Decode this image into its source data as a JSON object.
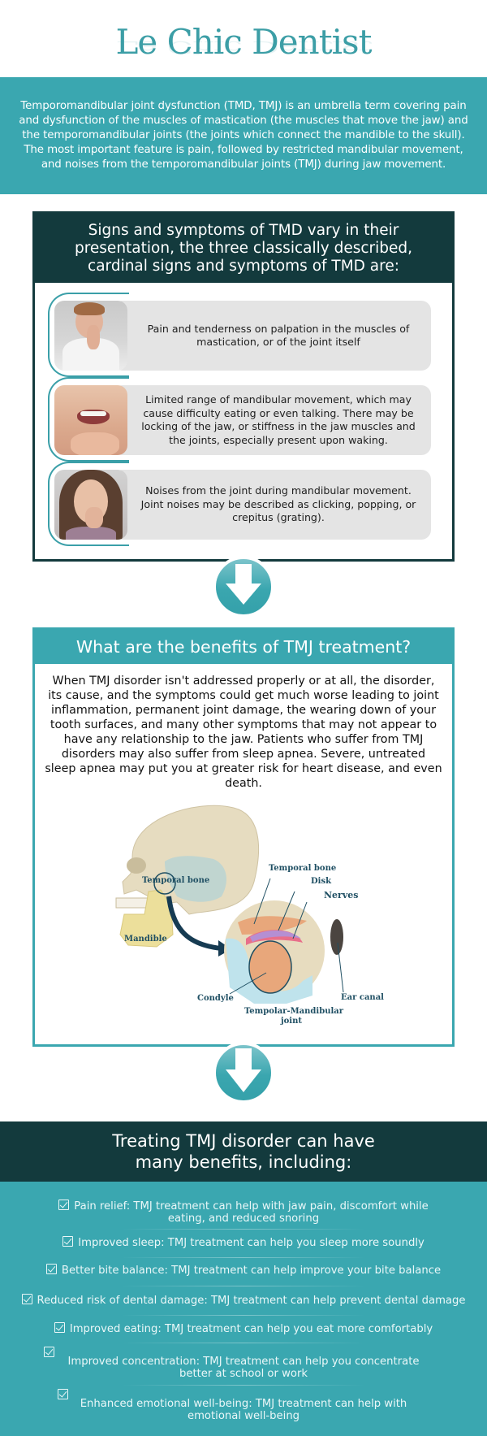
{
  "header": {
    "logo_text": "Le Chic Dentist"
  },
  "intro": {
    "text": "Temporomandibular joint dysfunction (TMD, TMJ) is an umbrella term covering pain and dysfunction of the muscles of mastication (the muscles that move the jaw) and the temporomandibular joints (the joints which connect the mandible to the skull). The most important feature is pain, followed by restricted mandibular movement, and noises from the temporomandibular joints (TMJ) during jaw movement."
  },
  "symptoms": {
    "heading": "Signs and symptoms of TMD vary in their presentation, the three classically described, cardinal signs and symptoms of TMD are:",
    "items": [
      {
        "photo": "man-holding-jaw-photo",
        "text": "Pain and tenderness on palpation in the muscles of mastication, or of the joint itself"
      },
      {
        "photo": "open-mouth-jaw-photo",
        "text": "Limited range of mandibular movement, which may cause difficulty eating or even talking. There may be locking of the jaw, or stiffness in the jaw muscles and the joints, especially present upon waking."
      },
      {
        "photo": "woman-holding-jaw-photo",
        "text": "Noises from the joint during mandibular movement. Joint noises may be described as clicking, popping, or crepitus (grating)."
      }
    ]
  },
  "benefits": {
    "heading": "What are the benefits of TMJ treatment?",
    "text": "When TMJ disorder isn't addressed properly or at all, the disorder, its cause, and the symptoms could get much worse leading to joint inflammation, permanent joint damage, the wearing down of your tooth surfaces, and many other symptoms that may not appear to have any relationship to the jaw. Patients who suffer from TMJ disorders may also suffer from sleep apnea. Severe, untreated sleep apnea may put you at greater risk for heart disease, and even death.",
    "diagram": {
      "labels": {
        "temporal_bone_skull": "Temporal bone",
        "mandible": "Mandible",
        "temporal_bone": "Temporal bone",
        "disk": "Disk",
        "nerves": "Nerves",
        "condyle": "Condyle",
        "joint_line1": "Tempolar-Mandibular",
        "joint_line2": "joint",
        "ear_canal": "Ear canal"
      }
    }
  },
  "treating": {
    "heading_line1": "Treating TMJ disorder can have",
    "heading_line2": "many benefits, including:",
    "items": [
      {
        "line1": "Pain relief: TMJ treatment can help with jaw pain, discomfort while",
        "line2": "eating, and reduced snoring"
      },
      {
        "line1": "Improved sleep: TMJ treatment can help you sleep more soundly"
      },
      {
        "line1": "Better bite balance: TMJ treatment can help improve your bite balance"
      },
      {
        "line1": "Reduced risk of dental damage: TMJ treatment can help prevent dental damage"
      },
      {
        "line1": "Improved eating: TMJ treatment can help you eat more comfortably"
      },
      {
        "line1": "Improved concentration: TMJ treatment can help you concentrate",
        "line2": "better at school or work"
      },
      {
        "line1": "Enhanced emotional well-being: TMJ treatment can help with",
        "line2": "emotional well-being"
      }
    ]
  },
  "colors": {
    "teal": "#3aa7b0",
    "dark_teal": "#133a3d",
    "card_gray": "#e4e4e4"
  }
}
